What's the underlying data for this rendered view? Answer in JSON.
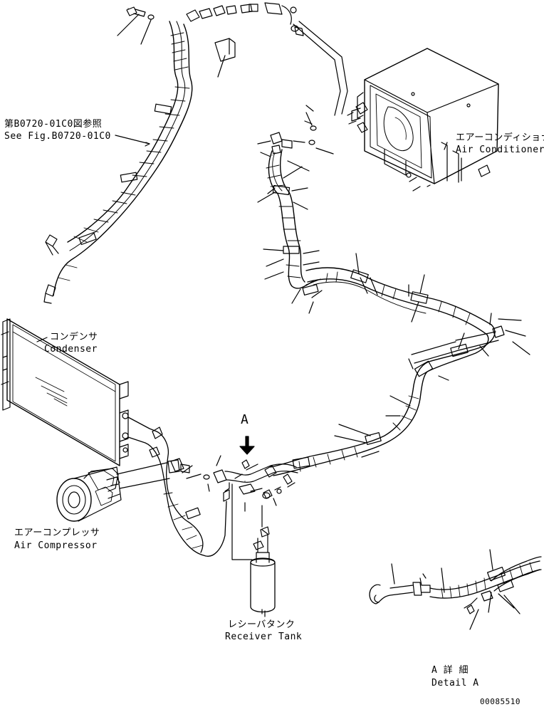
{
  "labels": {
    "see_fig_jp": "第B0720-01C0図参照",
    "see_fig_en": "See Fig.B0720-01C0",
    "air_conditioner_jp": "エアーコンディショナ",
    "air_conditioner_en": "Air Conditioner",
    "condenser_jp": "コンデンサ",
    "condenser_en": "Condenser",
    "compressor_jp": "エアーコンプレッサ",
    "compressor_en": "Air Compressor",
    "receiver_jp": "レシーバタンク",
    "receiver_en": "Receiver Tank",
    "view_arrow": "A",
    "detail_jp": "A 詳 細",
    "detail_en": "Detail A",
    "drawing_no": "00085510"
  }
}
